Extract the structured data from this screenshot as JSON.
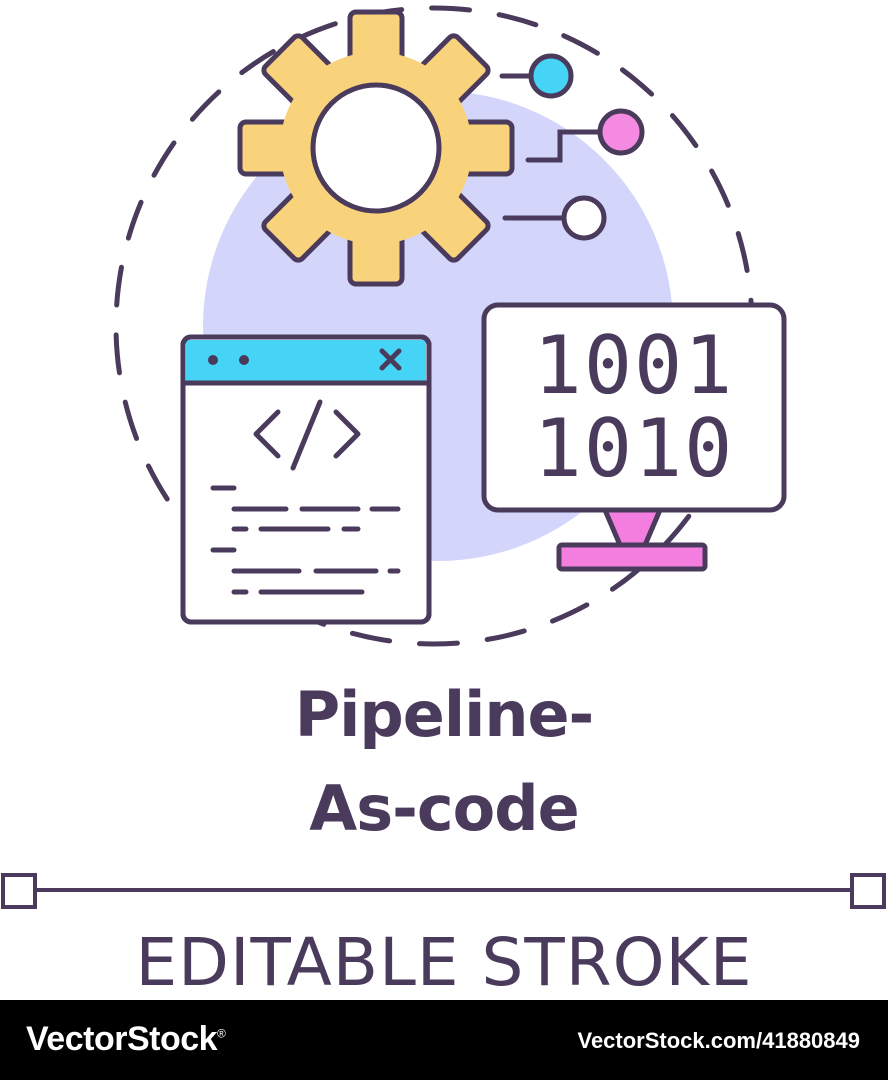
{
  "title": {
    "line1": "Pipeline-",
    "line2": "As-code"
  },
  "subtitle": "EDITABLE STROKE",
  "screen": {
    "row1": "1001",
    "row2": "1010"
  },
  "footer": {
    "brand": "VectorStock",
    "brand_suffix": "®",
    "id_text": "VectorStock.com/41880849"
  },
  "colors": {
    "outline": "#4a3a5c",
    "gear": "#f9d27c",
    "backdrop": "#d3d6fa",
    "window_bar": "#45d3f6",
    "monitor_stand": "#f47ee0",
    "dot_pink": "#f58ae3",
    "dot_blue": "#45d3f6"
  },
  "icons": [
    "gear-icon",
    "code-window-icon",
    "monitor-binary-icon",
    "connector-dots-icon"
  ]
}
